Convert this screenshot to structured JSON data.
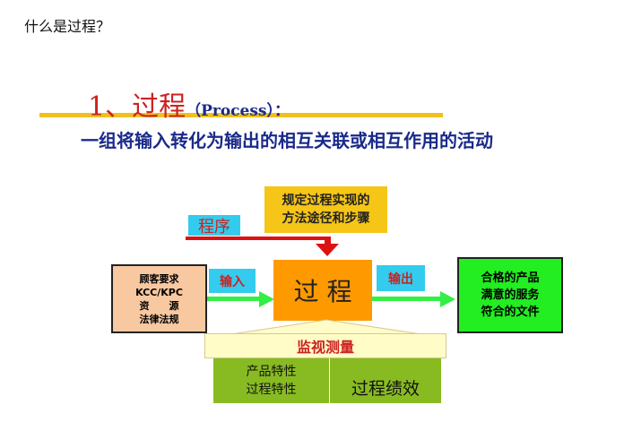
{
  "question": "什么是过程？",
  "slide": {
    "title_number": "1、过程",
    "title_en": "（Process）：",
    "definition": "一组将输入转化为输出的相互关联或相互作用的活动"
  },
  "diagram": {
    "method_box": [
      "规定过程实现的",
      "方法途径和步骤"
    ],
    "procedure_label": "程序",
    "inputs_box": [
      "顾客要求",
      "KCC/KPC",
      "资　　源",
      "法律法规"
    ],
    "input_label": "输入",
    "process_label": "过 程",
    "output_label": "输出",
    "outputs_box": [
      "合格的产品",
      "满意的服务",
      "符合的文件"
    ],
    "monitor_label": "监视测量",
    "characteristics": [
      "产品特性",
      "过程特性"
    ],
    "performance": "过程绩效"
  },
  "colors": {
    "title_red": "#cc2222",
    "navy": "#1a2a8a",
    "yellow_line": "#f0c020",
    "cyan": "#33ccee",
    "orange": "#ff9900",
    "green": "#22ee22",
    "peach": "#f8c8a0",
    "olive_green": "#88bb22"
  }
}
